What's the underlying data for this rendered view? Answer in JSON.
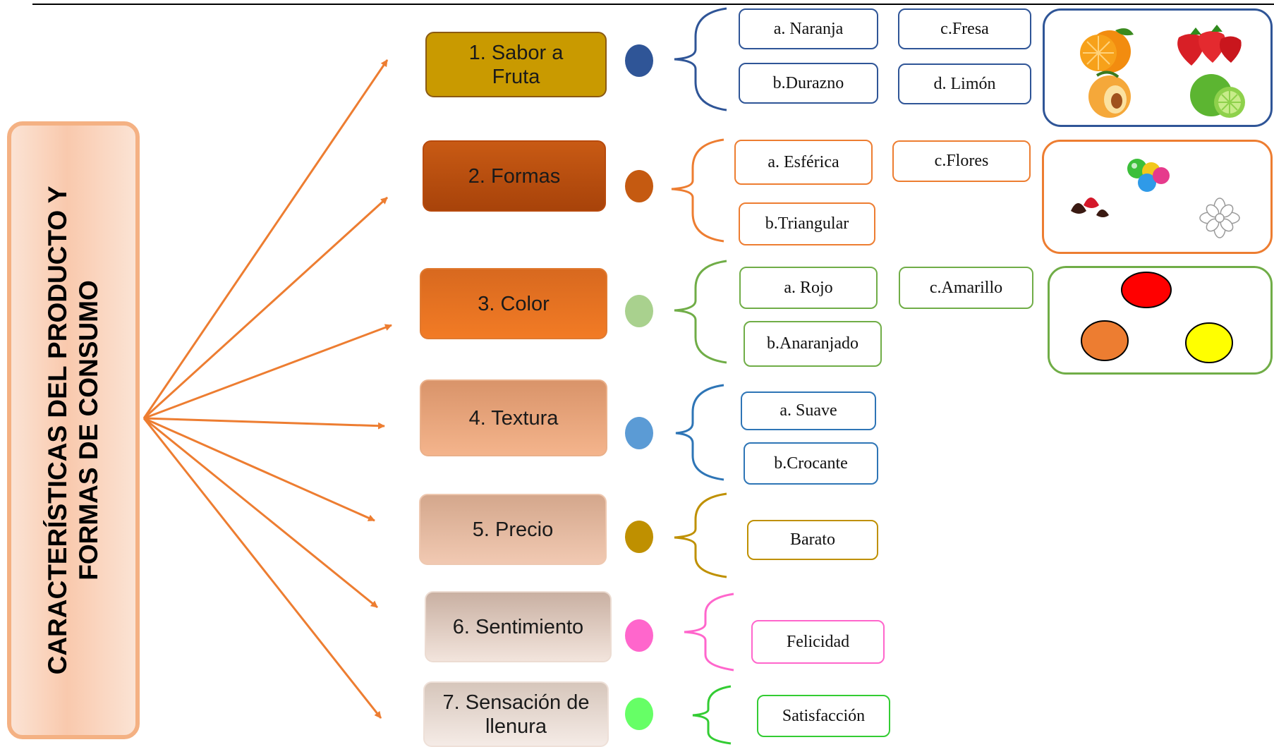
{
  "root": {
    "title": "CARACTERÍSTICAS DEL PRODUCTO Y FORMAS DE CONSUMO",
    "color": "#f4b183"
  },
  "arrow_color": "#ed7d31",
  "categories": [
    {
      "label": "1. Sabor a Fruta",
      "bullet_color": "#2f5597",
      "brace_color": "#2f5597",
      "options": [
        "a. Naranja",
        "c.Fresa",
        "b.Durazno",
        "d. Limón"
      ]
    },
    {
      "label": "2. Formas",
      "bullet_color": "#c55a11",
      "brace_color": "#ed7d31",
      "options": [
        "a. Esférica",
        "c.Flores",
        "b.Triangular"
      ]
    },
    {
      "label": "3. Color",
      "bullet_color": "#a9d18e",
      "brace_color": "#70ad47",
      "options": [
        "a. Rojo",
        "c.Amarillo",
        "b.Anaranjado"
      ]
    },
    {
      "label": "4. Textura",
      "bullet_color": "#5b9bd5",
      "brace_color": "#2e75b6",
      "options": [
        "a. Suave",
        "b.Crocante"
      ]
    },
    {
      "label": "5. Precio",
      "bullet_color": "#bf9000",
      "brace_color": "#bf9000",
      "options": [
        "Barato"
      ]
    },
    {
      "label": "6. Sentimiento",
      "bullet_color": "#ff66cc",
      "brace_color": "#ff66cc",
      "options": [
        "Felicidad"
      ]
    },
    {
      "label": "7. Sensación de llenura",
      "bullet_color": "#66ff66",
      "brace_color": "#33cc33",
      "options": [
        "Satisfacción"
      ]
    }
  ],
  "illustrations": {
    "fruits": [
      "orange-icon",
      "strawberry-icon",
      "apricot-icon",
      "lime-icon"
    ],
    "shapes": [
      "spherical-candies-icon",
      "triangular-candies-icon",
      "flower-icon"
    ],
    "colors": [
      "#ff0000",
      "#ed7d31",
      "#ffff00"
    ]
  }
}
